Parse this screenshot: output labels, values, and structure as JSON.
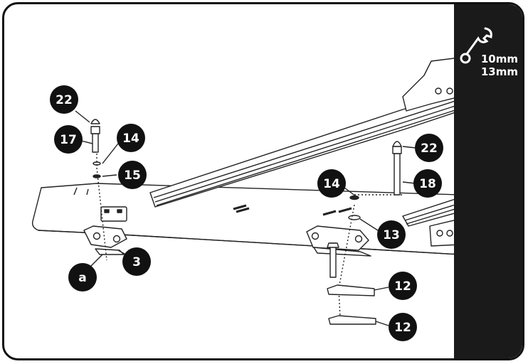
{
  "sidebar": {
    "tools": [
      "10mm",
      "13mm"
    ],
    "icon": "wrench-icon"
  },
  "callouts": [
    {
      "id": "c22a",
      "label": "22"
    },
    {
      "id": "c17",
      "label": "17"
    },
    {
      "id": "c14a",
      "label": "14"
    },
    {
      "id": "c15",
      "label": "15"
    },
    {
      "id": "c3",
      "label": "3"
    },
    {
      "id": "ca",
      "label": "a"
    },
    {
      "id": "c22b",
      "label": "22"
    },
    {
      "id": "c18",
      "label": "18"
    },
    {
      "id": "c14b",
      "label": "14"
    },
    {
      "id": "c13",
      "label": "13"
    },
    {
      "id": "c12a",
      "label": "12"
    },
    {
      "id": "c12b",
      "label": "12"
    }
  ],
  "colors": {
    "callout": "#111111",
    "line": "#222222",
    "sidebar": "#1a1a1a"
  }
}
